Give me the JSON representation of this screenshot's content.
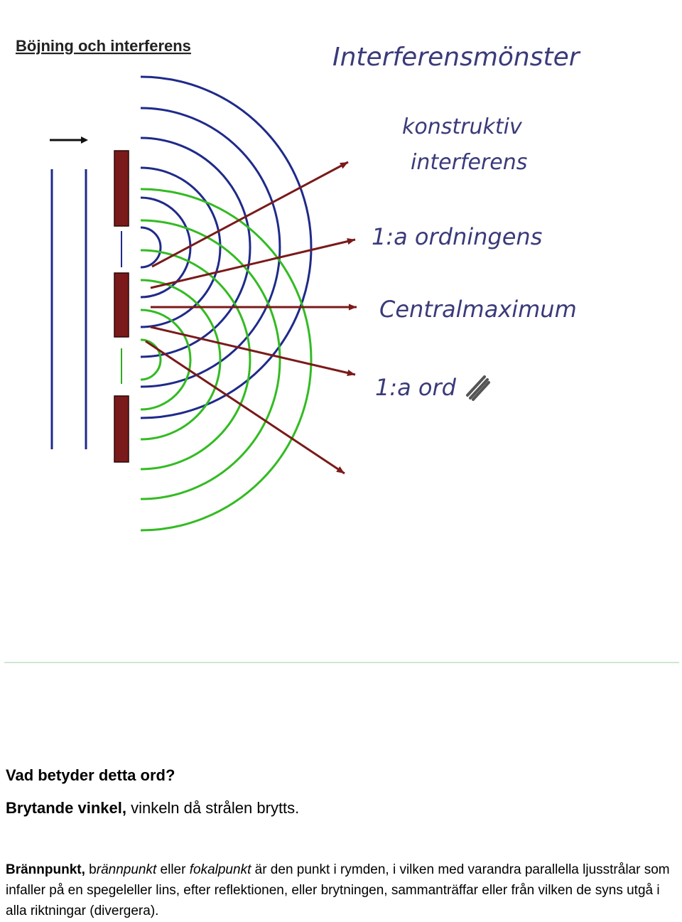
{
  "figure": {
    "title": "Böjning och interferens",
    "handwritten": {
      "heading": "Interferensmönster",
      "constructive_line1": "konstruktiv",
      "constructive_line2": "interferens",
      "first_order_top": "1:a ordningens",
      "central_max": "Centralmaximum",
      "first_order_bottom": "1:a ord"
    },
    "colors": {
      "wavefront_blue": "#1f2a8a",
      "wavefront_green": "#33bb22",
      "slit_wall": "#7a1a1a",
      "ray": "#7a1a1a",
      "handwriting": "#3a3a7a"
    }
  },
  "question": {
    "text": "Vad betyder detta ord?"
  },
  "answer": {
    "term": "Brytande vinkel,",
    "definition": " vinkeln då strålen brytts."
  },
  "paragraph": {
    "term": "Brännpunkt,",
    "part1": " b",
    "italic1": "rännpunkt",
    "part2": " eller ",
    "italic2": "fokalpunkt",
    "part3": " är den punkt i rymden, i vilken med varandra parallella ljusstrålar som infaller på en spegeleller lins, efter reflektionen, eller brytningen, sammanträffar eller från vilken de syns utgå i alla riktningar (divergera)."
  }
}
